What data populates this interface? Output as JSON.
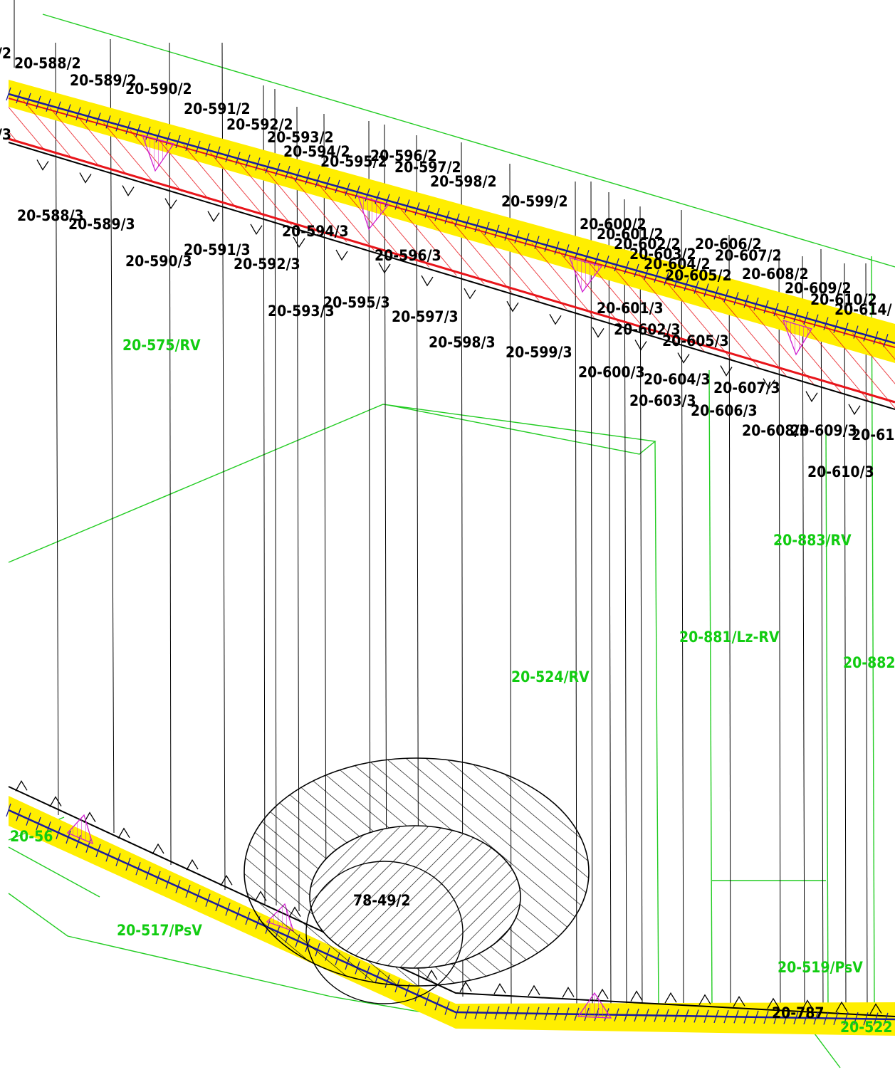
{
  "top_labels": {
    "parcel_2": [
      "20-588/2",
      "20-589/2",
      "20-590/2",
      "20-591/2",
      "20-592/2",
      "20-593/2",
      "20-594/2",
      "20-595/2",
      "20-596/2",
      "20-597/2",
      "20-598/2",
      "20-599/2",
      "20-600/2",
      "20-601/2",
      "20-602/2",
      "20-603/2",
      "20-604/2",
      "20-605/2",
      "20-606/2",
      "20-607/2",
      "20-608/2",
      "20-609/2",
      "20-610/2",
      "20-614/"
    ],
    "parcel_3": [
      "20-588/3",
      "20-589/3",
      "20-590/3",
      "20-591/3",
      "20-592/3",
      "20-593/3",
      "20-594/3",
      "20-595/3",
      "20-596/3",
      "20-597/3",
      "20-598/3",
      "20-599/3",
      "20-600/3",
      "20-601/3",
      "20-602/3",
      "20-603/3",
      "20-604/3",
      "20-605/3",
      "20-606/3",
      "20-607/3",
      "20-608/3",
      "20-609/3",
      "20-610/3",
      "20-614/"
    ],
    "edge_fragments": [
      "/2",
      "/3"
    ]
  },
  "area_labels": {
    "rv_575": "20-575/RV",
    "rv_524": "20-524/RV",
    "rv_883": "20-883/RV",
    "lz_881": "20-881/Lz-RV",
    "rv_882": "20-882",
    "psv_517": "20-517/PsV",
    "psv_519": "20-519/PsV",
    "rv_left": "20-56",
    "bottom_right": "20-522"
  },
  "black_labels": {
    "circle": "78-49/2",
    "bottom": "20-787"
  },
  "colors": {
    "parcel_line": "#000000",
    "boundary": "#22cc22",
    "corridor": "#ffee00",
    "hatch_red": "#e8141a",
    "axis_blue": "#1a1aa0",
    "marker_magenta": "#d020d0"
  }
}
